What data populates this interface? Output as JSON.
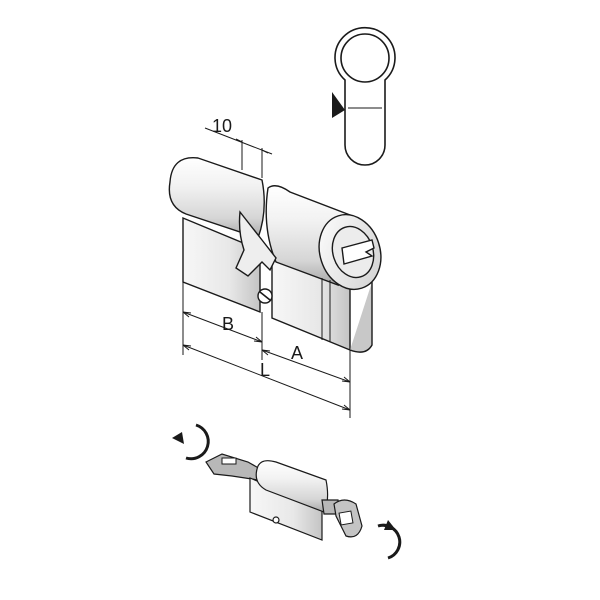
{
  "dimensions": {
    "width_label": "10",
    "b_label": "B",
    "a_label": "A",
    "l_label": "L"
  },
  "colors": {
    "stroke": "#1a1a1a",
    "body_light": "#f4f4f4",
    "body_mid": "#dcdcdc",
    "body_dark": "#9a9a9a",
    "key_grey": "#b8b8b8",
    "background": "#ffffff"
  },
  "icons": {
    "rotate_top": "rotate-arrow-counterclockwise-icon",
    "rotate_bottom": "rotate-arrow-clockwise-icon"
  }
}
